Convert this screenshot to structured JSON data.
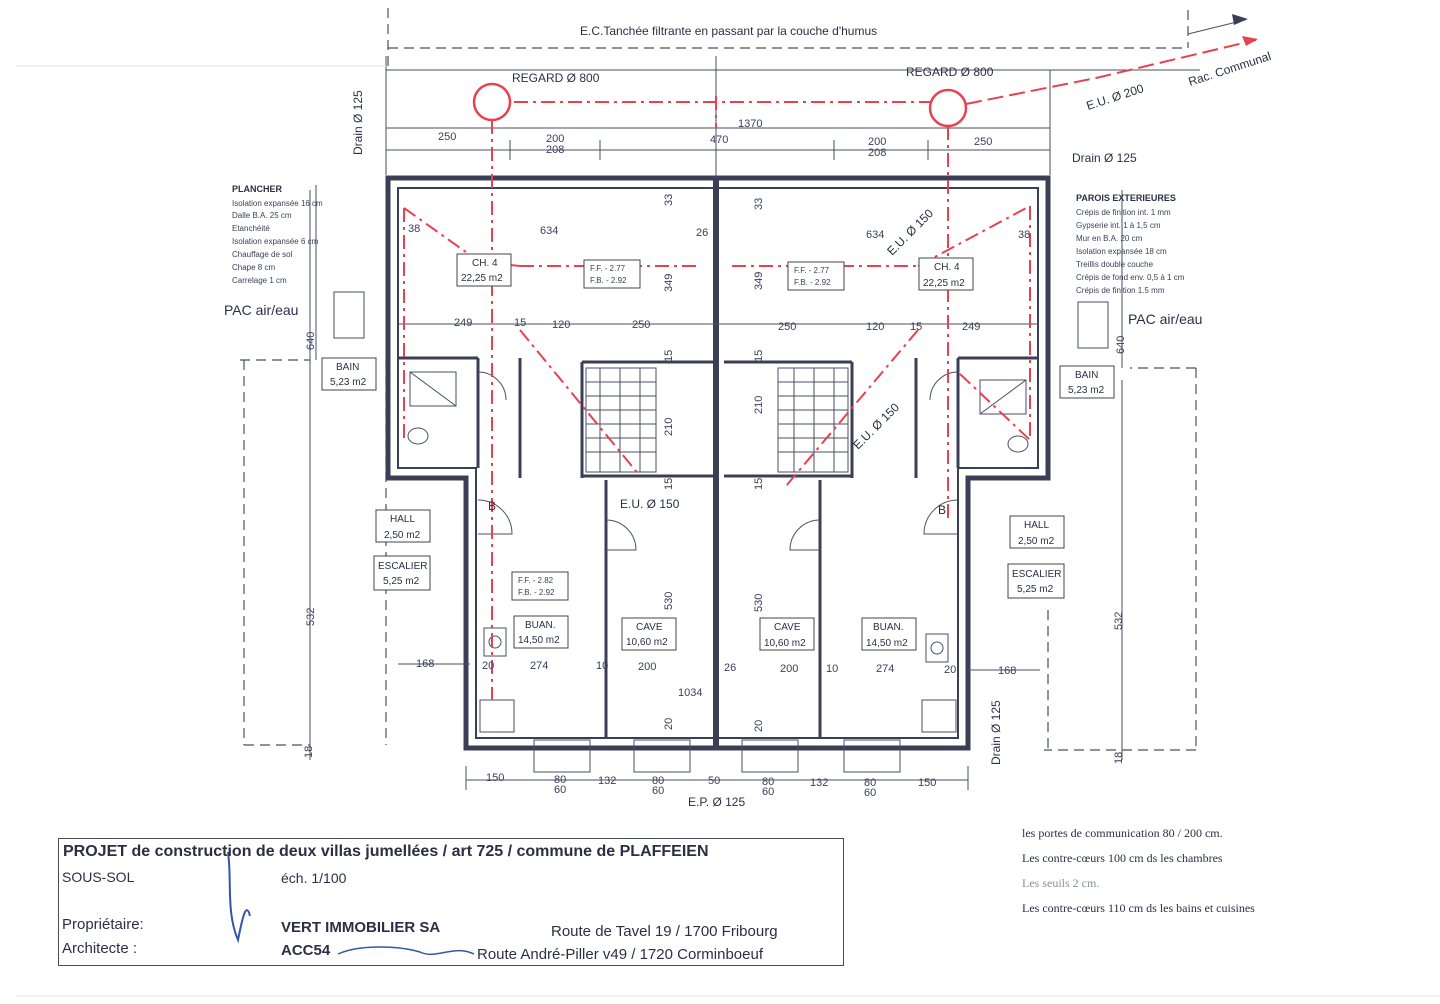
{
  "drainage": {
    "trench_note": "E.C.Tanchée filtrante en passant par la couche d'humus",
    "manhole_left": "REGARD Ø 800",
    "manhole_right": "REGARD Ø 800",
    "sewer_main": "E.U. Ø 200",
    "communal_connection": "Rac. Communal",
    "drain_left": "Drain Ø 125",
    "drain_right_top": "Drain Ø 125",
    "drain_right_bottom": "Drain Ø 125",
    "eu_left": "E.U. Ø 150",
    "eu_right_top": "E.U. Ø 150",
    "eu_right_mid": "E.U. Ø 150",
    "ep_bottom": "E.P. Ø 125"
  },
  "dimensions": {
    "top_total": "1370",
    "top_250_left": "250",
    "top_200_left": "200",
    "top_208_left": "208",
    "top_470": "470",
    "top_200_right": "200",
    "top_208_right": "208",
    "top_250_right": "250",
    "inner_38_left": "38",
    "inner_634_left": "634",
    "inner_33_left": "33",
    "inner_26_top": "26",
    "inner_33_right": "33",
    "inner_634_right": "634",
    "inner_38_right": "38",
    "h_349_left": "349",
    "h_349_right": "349",
    "r_249_left": "249",
    "r_15_left": "15",
    "r_120_left": "120",
    "r_250_left": "250",
    "r_250_right": "250",
    "r_120_right": "120",
    "r_15_right": "15",
    "r_249_right": "249",
    "v_640_left": "640",
    "v_640_right": "640",
    "v_15_a": "15",
    "v_15_b": "15",
    "v_210": "210",
    "v_210_b": "210",
    "v_15_c": "15",
    "v_15_d": "15",
    "v_532_left": "532",
    "v_532_right": "532",
    "v_530_left": "530",
    "v_530_right": "530",
    "b_168_left": "168",
    "b_20_left": "20",
    "b_274_left": "274",
    "b_10_left": "10",
    "b_200_left": "200",
    "b_26_mid": "26",
    "b_200_right": "200",
    "b_10_right": "10",
    "b_274_right": "274",
    "b_20_right": "20",
    "b_168_right": "168",
    "b_1034": "1034",
    "v_20_left": "20",
    "v_20_right": "20",
    "v_18_left": "18",
    "v_18_right": "18",
    "bot_150_left": "150",
    "bot_80_a": "80",
    "bot_60_a": "60",
    "bot_132_left": "132",
    "bot_80_b": "80",
    "bot_60_b": "60",
    "bot_50": "50",
    "bot_80_c": "80",
    "bot_60_c": "60",
    "bot_132_right": "132",
    "bot_80_d": "80",
    "bot_60_d": "60",
    "bot_150_right": "150"
  },
  "rooms": {
    "ch4_left": {
      "name": "CH. 4",
      "area": "22,25 m2"
    },
    "ch4_right": {
      "name": "CH. 4",
      "area": "22,25 m2"
    },
    "ff_left_top": {
      "line1": "F.F. - 2.77",
      "line2": "F.B. - 2.92"
    },
    "ff_right_top": {
      "line1": "F.F. - 2.77",
      "line2": "F.B. - 2.92"
    },
    "ff_left_mid": {
      "line1": "F.F. - 2.82",
      "line2": "F.B. - 2.92"
    },
    "bain_left": {
      "name": "BAIN",
      "area": "5,23 m2"
    },
    "bain_right": {
      "name": "BAIN",
      "area": "5,23 m2"
    },
    "hall_left": {
      "name": "HALL",
      "area": "2,50 m2"
    },
    "hall_right": {
      "name": "HALL",
      "area": "2,50 m2"
    },
    "escalier_left": {
      "name": "ESCALIER",
      "area": "5,25 m2"
    },
    "escalier_right": {
      "name": "ESCALIER",
      "area": "5,25 m2"
    },
    "buan_left": {
      "name": "BUAN.",
      "area": "14,50 m2"
    },
    "buan_right": {
      "name": "BUAN.",
      "area": "14,50 m2"
    },
    "cave_left": {
      "name": "CAVE",
      "area": "10,60 m2"
    },
    "cave_right": {
      "name": "CAVE",
      "area": "10,60 m2"
    },
    "mark_b_left": "B",
    "mark_b_right": "B"
  },
  "equipment": {
    "pac_left": "PAC air/eau",
    "pac_right": "PAC air/eau"
  },
  "plancher": {
    "title": "PLANCHER",
    "lines": [
      "Isolation expansée 16 cm",
      "Dalle B.A. 25 cm",
      "Etanchéité",
      "Isolation expansée 6 cm",
      "Chauffage de sol",
      "Chape 8 cm",
      "Carrelage 1 cm"
    ]
  },
  "parois": {
    "title": "PAROIS EXTERIEURES",
    "lines": [
      "Crépis de finition int. 1 mm",
      "Gypserie int. 1 à 1,5 cm",
      "Mur en B.A. 20 cm",
      "Isolation expansée 18 cm",
      "Treillis double couche",
      "Crépis de fond env. 0,5 à 1 cm",
      "Crépis de finition 1.5 mm"
    ]
  },
  "titleblock": {
    "project": "PROJET de construction de deux villas jumellées / art 725 / commune de PLAFFEIEN",
    "level": "SOUS-SOL",
    "scale": "éch. 1/100",
    "owner_label": "Propriétaire:",
    "owner_name": "VERT IMMOBILIER SA",
    "owner_address": "Route de Tavel 19 / 1700 Fribourg",
    "architect_label": "Architecte     :",
    "architect_name": "ACC54",
    "architect_address": "Route André-Piller v49 / 1720 Corminboeuf"
  },
  "notes": [
    "les portes de communication 80 / 200 cm.",
    "Les contre-cœurs 100 cm ds les chambres",
    "Les seuils 2 cm.",
    "Les contre-cœurs 110 cm ds les bains et cuisines"
  ]
}
